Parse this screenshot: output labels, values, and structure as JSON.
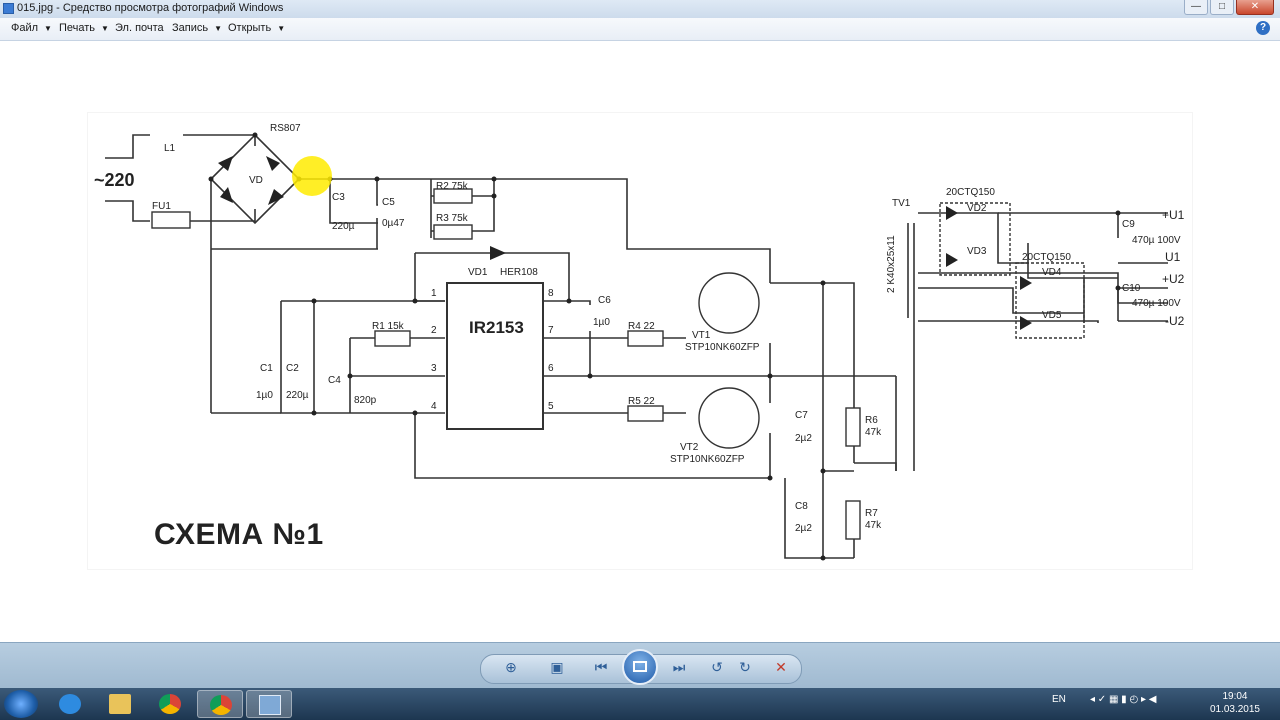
{
  "window": {
    "title": "015.jpg - Средство просмотра фотографий Windows",
    "minimize": "—",
    "maximize": "□",
    "close": "✕"
  },
  "menu": {
    "file": "Файл",
    "print": "Печать",
    "email": "Эл. почта",
    "burn": "Запись",
    "open": "Открыть",
    "help": "?"
  },
  "schematic": {
    "title": "СХЕМА №1",
    "labels": {
      "rs807": "RS807",
      "l1": "L1",
      "ac": "~220",
      "vd": "VD",
      "fu1": "FU1",
      "c3": "C3",
      "c3v": "220µ",
      "c5": "C5",
      "c5v": "0µ47",
      "r2": "R2 75k",
      "r3": "R3 75k",
      "vd1": "VD1",
      "her108": "HER108",
      "pin1": "1",
      "pin2": "2",
      "pin3": "3",
      "pin4": "4",
      "pin5": "5",
      "pin6": "6",
      "pin7": "7",
      "pin8": "8",
      "ir2153": "IR2153",
      "c6": "C6",
      "c6v": "1µ0",
      "r1": "R1 15k",
      "r4": "R4 22",
      "r5": "R5 22",
      "c1": "C1",
      "c1v": "1µ0",
      "c2": "C2",
      "c2v": "220µ",
      "c4": "C4",
      "c4v": "820p",
      "vt1": "VT1",
      "vt1m": "STP10NK60ZFP",
      "vt2": "VT2",
      "vt2m": "STP10NK60ZFP",
      "c7": "C7",
      "c7v": "2µ2",
      "c8": "C8",
      "c8v": "2µ2",
      "r6": "R6",
      "r6v": "47k",
      "r7": "R7",
      "r7v": "47k",
      "tv1": "TV1",
      "core": "2 K40x25x11",
      "d1": "20CTQ150",
      "d2": "20CTQ150",
      "vd2": "VD2",
      "vd3": "VD3",
      "vd4": "VD4",
      "vd5": "VD5",
      "c9": "C9",
      "c9v": "470µ 100V",
      "c10": "C10",
      "c10v": "470µ 100V",
      "u1p": "+U1",
      "u1": "U1",
      "u2p": "+U2",
      "u2m": "-U2"
    }
  },
  "taskbar": {
    "lang": "EN",
    "time": "19:04",
    "date": "01.03.2015"
  }
}
